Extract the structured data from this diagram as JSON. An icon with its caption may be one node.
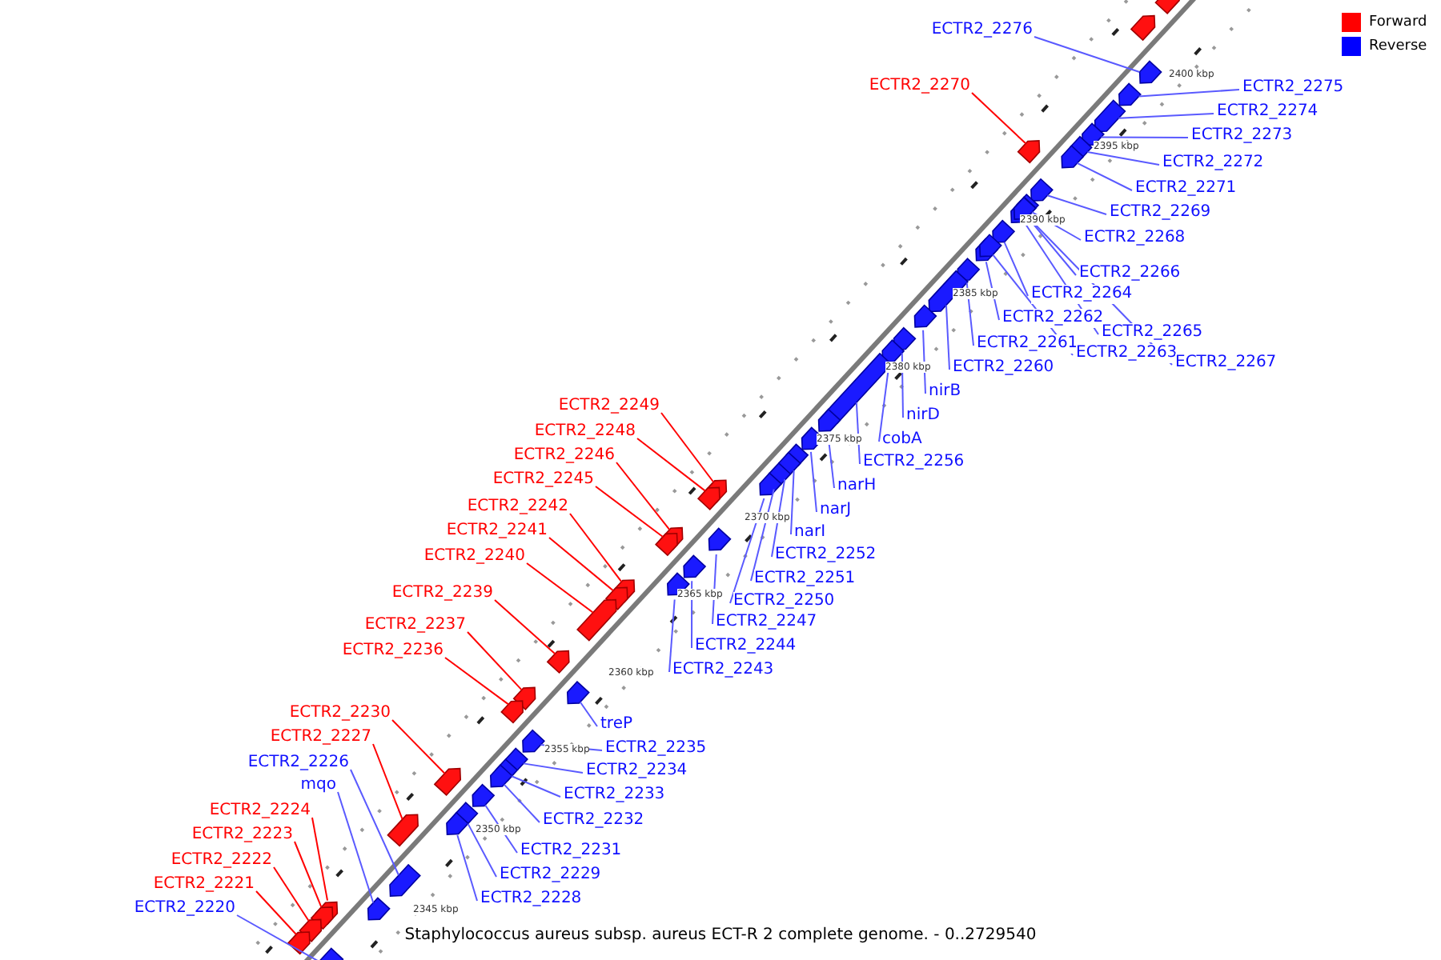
{
  "diagram": {
    "caption": "Staphylococcus aureus subsp. aureus ECT-R 2 complete genome. - 0..2729540",
    "nodes": [
      {
        "text": [
          "ECTR2_2276"
        ]
      },
      {
        "text": [
          "ECTR2_2270"
        ]
      },
      {
        "text": [
          "ECTR2_2275"
        ]
      },
      {
        "text": [
          "ECTR2_2274"
        ]
      },
      {
        "text": [
          "ECTR2_2273"
        ]
      },
      {
        "text": [
          "ECTR2_2272"
        ]
      },
      {
        "text": [
          "ECTR2_2271"
        ]
      },
      {
        "text": [
          "ECTR2_2269"
        ]
      },
      {
        "text": [
          "ECTR2_2268"
        ]
      },
      {
        "text": [
          "ECTR2_2266"
        ]
      },
      {
        "text": [
          "ECTR2_2264"
        ]
      },
      {
        "text": [
          "ECTR2_2262"
        ]
      },
      {
        "text": [
          "ECTR2_2265"
        ]
      },
      {
        "text": [
          "ECTR2_2261"
        ]
      },
      {
        "text": [
          "ECTR2_2263"
        ]
      },
      {
        "text": [
          "ECTR2_2267"
        ]
      },
      {
        "text": [
          "ECTR2_2260"
        ]
      },
      {
        "text": [
          "nirB"
        ]
      },
      {
        "text": [
          "ECTR2_2249"
        ]
      },
      {
        "text": [
          "nirD"
        ]
      },
      {
        "text": [
          "ECTR2_2248"
        ]
      },
      {
        "text": [
          "cobA"
        ]
      },
      {
        "text": [
          "ECTR2_2246"
        ]
      },
      {
        "text": [
          "ECTR2_2256"
        ]
      },
      {
        "text": [
          "ECTR2_2245"
        ]
      },
      {
        "text": [
          "narH"
        ]
      },
      {
        "text": [
          "ECTR2_2242"
        ]
      },
      {
        "text": [
          "narJ"
        ]
      },
      {
        "text": [
          "ECTR2_2241"
        ]
      },
      {
        "text": [
          "narI"
        ]
      },
      {
        "text": [
          "ECTR2_2252"
        ]
      },
      {
        "text": [
          "ECTR2_2240"
        ]
      },
      {
        "text": [
          "ECTR2_2251"
        ]
      },
      {
        "text": [
          "ECTR2_2239"
        ]
      },
      {
        "text": [
          "ECTR2_2250"
        ]
      },
      {
        "text": [
          "ECTR2_2247"
        ]
      },
      {
        "text": [
          "ECTR2_2237"
        ]
      },
      {
        "text": [
          "ECTR2_2244"
        ]
      },
      {
        "text": [
          "ECTR2_2236"
        ]
      },
      {
        "text": [
          "ECTR2_2243"
        ]
      },
      {
        "text": [
          "ECTR2_2230"
        ]
      },
      {
        "text": [
          "treP"
        ]
      },
      {
        "text": [
          "ECTR2_2227"
        ]
      },
      {
        "text": [
          "ECTR2_2235"
        ]
      },
      {
        "text": [
          "ECTR2_2226"
        ]
      },
      {
        "text": [
          "ECTR2_2234"
        ]
      },
      {
        "text": [
          "mqo"
        ]
      },
      {
        "text": [
          "ECTR2_2233"
        ]
      },
      {
        "text": [
          "ECTR2_2224"
        ]
      },
      {
        "text": [
          "ECTR2_2232"
        ]
      },
      {
        "text": [
          "ECTR2_2223"
        ]
      },
      {
        "text": [
          "ECTR2_2231"
        ]
      },
      {
        "text": [
          "ECTR2_2222"
        ]
      },
      {
        "text": [
          "ECTR2_2229"
        ]
      },
      {
        "text": [
          "ECTR2_2221"
        ]
      },
      {
        "text": [
          "ECTR2_2228"
        ]
      },
      {
        "text": [
          "ECTR2_2220"
        ]
      },
      {
        "text": [],
        "shape": "box"
      },
      {
        "text": [],
        "shape": "box"
      },
      {
        "text": [],
        "shape": "box"
      },
      {
        "text": [],
        "shape": "box"
      },
      {
        "text": [],
        "shape": "box"
      },
      {
        "text": [],
        "shape": "box"
      },
      {
        "text": [],
        "shape": "box"
      },
      {
        "text": [],
        "shape": "box"
      },
      {
        "text": [],
        "shape": "box"
      },
      {
        "text": [],
        "shape": "box"
      },
      {
        "text": [],
        "shape": "box"
      },
      {
        "text": [],
        "shape": "box"
      },
      {
        "text": [],
        "shape": "box"
      },
      {
        "text": [],
        "shape": "box"
      },
      {
        "text": [],
        "shape": "box"
      },
      {
        "text": [],
        "shape": "box"
      },
      {
        "text": [],
        "shape": "box"
      },
      {
        "text": [],
        "shape": "box"
      },
      {
        "text": [],
        "shape": "box"
      },
      {
        "text": [],
        "shape": "box"
      },
      {
        "text": [],
        "shape": "box"
      },
      {
        "text": [],
        "shape": "box"
      },
      {
        "text": [],
        "shape": "box"
      },
      {
        "text": [],
        "shape": "box"
      },
      {
        "text": [],
        "shape": "box"
      },
      {
        "text": [],
        "shape": "box"
      },
      {
        "text": [],
        "shape": "box"
      },
      {
        "text": [],
        "shape": "box"
      },
      {
        "text": [],
        "shape": "box"
      },
      {
        "text": [],
        "shape": "box"
      },
      {
        "text": [],
        "shape": "box"
      },
      {
        "text": [],
        "shape": "box"
      },
      {
        "text": [],
        "shape": "box"
      },
      {
        "text": [],
        "shape": "box"
      },
      {
        "text": [],
        "shape": "box"
      },
      {
        "text": [],
        "shape": "box"
      },
      {
        "text": [],
        "shape": "box"
      },
      {
        "text": [],
        "shape": "box"
      },
      {
        "text": [],
        "shape": "box"
      },
      {
        "text": [],
        "shape": "box"
      },
      {
        "text": [],
        "shape": "box"
      },
      {
        "text": [],
        "shape": "box"
      },
      {
        "text": [],
        "shape": "box"
      },
      {
        "text": [],
        "shape": "box"
      },
      {
        "text": [],
        "shape": "box"
      },
      {
        "text": [],
        "shape": "box"
      },
      {
        "text": [],
        "shape": "box"
      },
      {
        "text": [],
        "shape": "box"
      },
      {
        "text": [],
        "shape": "box"
      },
      {
        "text": [],
        "shape": "box"
      },
      {
        "text": [],
        "shape": "box"
      },
      {
        "text": [],
        "shape": "box"
      },
      {
        "text": [],
        "shape": "box"
      },
      {
        "text": [],
        "shape": "box"
      },
      {
        "text": [],
        "shape": "box"
      },
      {
        "text": [],
        "shape": "box"
      },
      {
        "text": [],
        "shape": "box"
      },
      {
        "text": [],
        "shape": "box"
      },
      {
        "text": [],
        "shape": "box"
      }
    ],
    "edges": [
      {
        "from": 0,
        "to": 57,
        "arrow": "none"
      },
      {
        "from": 1,
        "to": 58,
        "arrow": "none",
        "color": "#ff0000"
      },
      {
        "from": 2,
        "to": 59,
        "arrow": "none"
      },
      {
        "from": 3,
        "to": 60,
        "arrow": "none"
      },
      {
        "from": 4,
        "to": 61,
        "arrow": "none"
      },
      {
        "from": 5,
        "to": 62,
        "arrow": "none"
      },
      {
        "from": 6,
        "to": 63,
        "arrow": "none"
      },
      {
        "from": 7,
        "to": 64,
        "arrow": "none"
      },
      {
        "from": 8,
        "to": 65,
        "arrow": "none"
      },
      {
        "from": 9,
        "to": 66,
        "arrow": "none"
      },
      {
        "from": 10,
        "to": 67,
        "arrow": "none"
      },
      {
        "from": 11,
        "to": 68,
        "arrow": "none"
      },
      {
        "from": 12,
        "to": 69,
        "arrow": "none"
      },
      {
        "from": 13,
        "to": 70,
        "arrow": "none"
      },
      {
        "from": 14,
        "to": 71,
        "arrow": "none"
      },
      {
        "from": 15,
        "to": 72,
        "arrow": "none"
      },
      {
        "from": 16,
        "to": 73,
        "arrow": "none"
      },
      {
        "from": 17,
        "to": 74,
        "arrow": "none"
      },
      {
        "from": 18,
        "to": 75,
        "arrow": "none",
        "color": "#ff0000"
      },
      {
        "from": 19,
        "to": 76,
        "arrow": "none"
      },
      {
        "from": 20,
        "to": 77,
        "arrow": "none",
        "color": "#ff0000"
      },
      {
        "from": 21,
        "to": 78,
        "arrow": "none"
      },
      {
        "from": 22,
        "to": 79,
        "arrow": "none",
        "color": "#ff0000"
      },
      {
        "from": 23,
        "to": 80,
        "arrow": "none"
      },
      {
        "from": 24,
        "to": 81,
        "arrow": "none",
        "color": "#ff0000"
      },
      {
        "from": 25,
        "to": 82,
        "arrow": "none"
      },
      {
        "from": 26,
        "to": 83,
        "arrow": "none",
        "color": "#ff0000"
      },
      {
        "from": 27,
        "to": 84,
        "arrow": "none"
      },
      {
        "from": 28,
        "to": 85,
        "arrow": "none",
        "color": "#ff0000"
      },
      {
        "from": 29,
        "to": 86,
        "arrow": "none"
      },
      {
        "from": 30,
        "to": 87,
        "arrow": "none"
      },
      {
        "from": 31,
        "to": 88,
        "arrow": "none",
        "color": "#ff0000"
      },
      {
        "from": 32,
        "to": 89,
        "arrow": "none"
      },
      {
        "from": 33,
        "to": 90,
        "arrow": "none",
        "color": "#ff0000"
      },
      {
        "from": 34,
        "to": 91,
        "arrow": "none"
      },
      {
        "from": 35,
        "to": 92,
        "arrow": "none"
      },
      {
        "from": 36,
        "to": 93,
        "arrow": "none",
        "color": "#ff0000"
      },
      {
        "from": 37,
        "to": 94,
        "arrow": "none"
      },
      {
        "from": 38,
        "to": 95,
        "arrow": "none",
        "color": "#ff0000"
      },
      {
        "from": 39,
        "to": 96,
        "arrow": "none"
      },
      {
        "from": 40,
        "to": 97,
        "arrow": "none",
        "color": "#ff0000"
      },
      {
        "from": 41,
        "to": 98,
        "arrow": "none"
      },
      {
        "from": 42,
        "to": 99,
        "arrow": "none",
        "color": "#ff0000"
      },
      {
        "from": 43,
        "to": 100,
        "arrow": "none"
      },
      {
        "from": 44,
        "to": 101,
        "arrow": "none"
      },
      {
        "from": 45,
        "to": 102,
        "arrow": "none"
      },
      {
        "from": 46,
        "to": 103,
        "arrow": "none"
      },
      {
        "from": 47,
        "to": 104,
        "arrow": "none"
      },
      {
        "from": 48,
        "to": 105,
        "arrow": "none",
        "color": "#ff0000"
      },
      {
        "from": 49,
        "to": 106,
        "arrow": "none"
      },
      {
        "from": 50,
        "to": 107,
        "arrow": "none",
        "color": "#ff0000"
      },
      {
        "from": 51,
        "to": 108,
        "arrow": "none"
      },
      {
        "from": 52,
        "to": 109,
        "arrow": "none",
        "color": "#ff0000"
      },
      {
        "from": 53,
        "to": 110,
        "arrow": "none"
      },
      {
        "from": 54,
        "to": 111,
        "arrow": "none",
        "color": "#ff0000"
      },
      {
        "from": 55,
        "to": 112,
        "arrow": "none"
      },
      {
        "from": 56,
        "to": 113,
        "arrow": "none"
      }
    ],
    "labels": [
      "2400 kbp",
      "2395 kbp",
      "2390 kbp",
      "2385 kbp",
      "2380 kbp",
      "2375 kbp",
      "2370 kbp",
      "2365 kbp",
      "2360 kbp",
      "2355 kbp",
      "2350 kbp",
      "2345 kbp"
    ],
    "legend": [
      {
        "text": "Forward",
        "color": "#ff0000"
      },
      {
        "text": "Reverse",
        "color": "#0000ff"
      }
    ]
  }
}
